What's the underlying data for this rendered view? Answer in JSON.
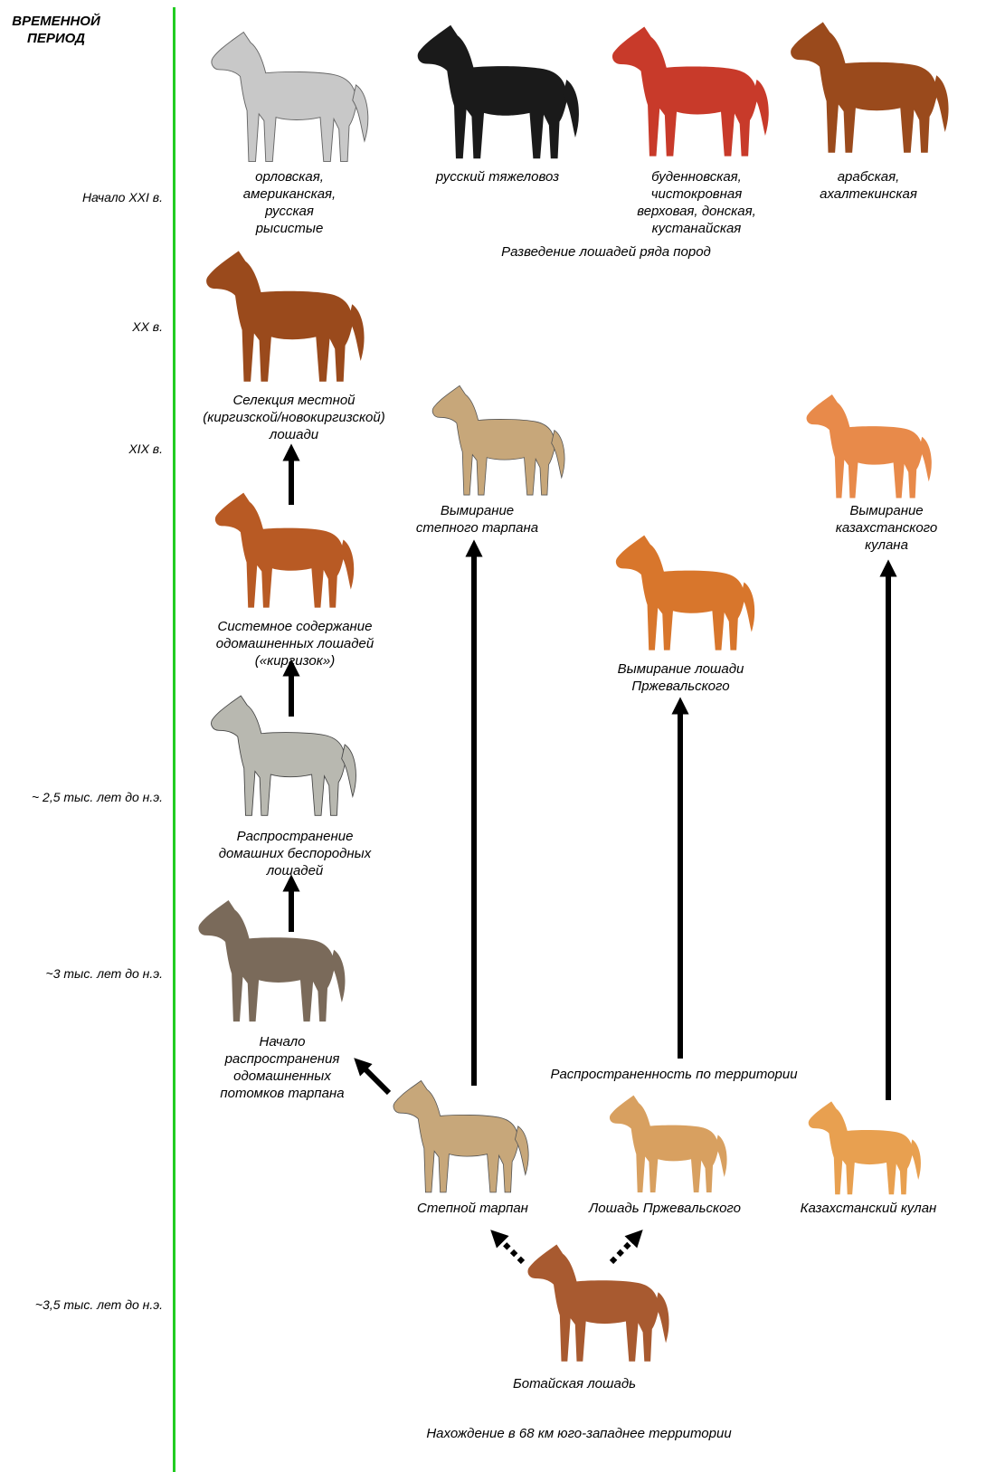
{
  "header": "ВРЕМЕННОЙ\nПЕРИОД",
  "periods": [
    {
      "label": "Начало XXI в."
    },
    {
      "label": "XX в."
    },
    {
      "label": "XIX в."
    },
    {
      "label": "~ 2,5 тыс. лет до н.э."
    },
    {
      "label": "~3 тыс. лет до н.э."
    },
    {
      "label": "~3,5 тыс. лет до н.э."
    }
  ],
  "labels": {
    "orlov": "орловская,\nамериканская,\nрусская\nрысистые",
    "heavy": "русский тяжеловоз",
    "budennov": "буденновская,\nчистокровная\nверховая, донская,\nкустанайская",
    "arab": "арабская,\nахалтекинская",
    "breeding": "Разведение лошадей ряда пород",
    "selection": "Селекция местной\n(киргизской/новокиргизской)\nлошади",
    "steppe_ext": "Вымирание\nстепного тарпана",
    "kulan_ext": "Вымирание\nказахстанского\nкулана",
    "system": "Системное содержание\nодомашненных лошадей\n(«киргизок»)",
    "przh_ext": "Вымирание лошади\nПржевальского",
    "spread_domestic": "Распространение\nдомашних беспородных\nлошадей",
    "start_spread": "Начало\nраспространения\nодомашненных\nпотомков тарпана",
    "territory": "Распространенность  по территории",
    "tarpan": "Степной тарпан",
    "przh": "Лошадь  Пржевальского",
    "kulan": "Казахстанский кулан",
    "botai": "Ботайская лошадь",
    "found": "Нахождение в 68 км юго-западнее  территории"
  },
  "colors": {
    "axis": "#22cc22",
    "grey_dapple": "#c8c8c8",
    "black": "#1a1a1a",
    "red": "#c83a2a",
    "bay": "#9a4a1c",
    "chestnut": "#b85a24",
    "dun": "#c7a77a",
    "light_orange": "#e88a4a",
    "orange": "#d8762c",
    "grey": "#b8b8b0",
    "brown_grey": "#7a6a5a"
  }
}
